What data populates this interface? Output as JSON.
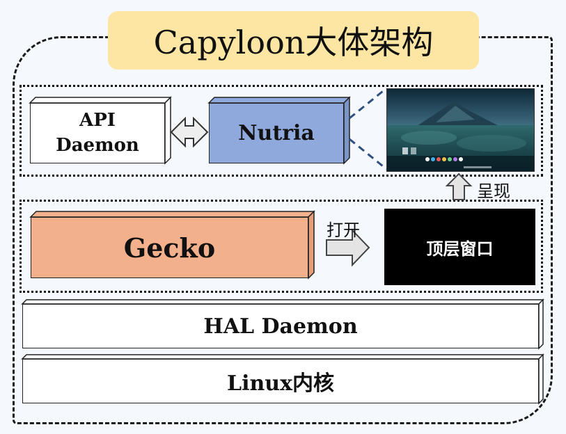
{
  "title": "Capyloon大体架构",
  "layers": {
    "api_daemon": "API Daemon",
    "nutria": "Nutria",
    "gecko": "Gecko",
    "top_window": "顶层窗口",
    "hal_daemon": "HAL Daemon",
    "linux_kernel": "Linux内核"
  },
  "arrows": {
    "open_label": "打开",
    "render_label": "呈现"
  },
  "colors": {
    "title_bg": "#fde6a3",
    "nutria": "#8fa9dc",
    "gecko": "#f2b08c",
    "top_window": "#000000"
  },
  "icons": {
    "bidirectional": "double-arrow-icon",
    "open": "right-arrow-icon",
    "render": "up-arrow-icon"
  }
}
